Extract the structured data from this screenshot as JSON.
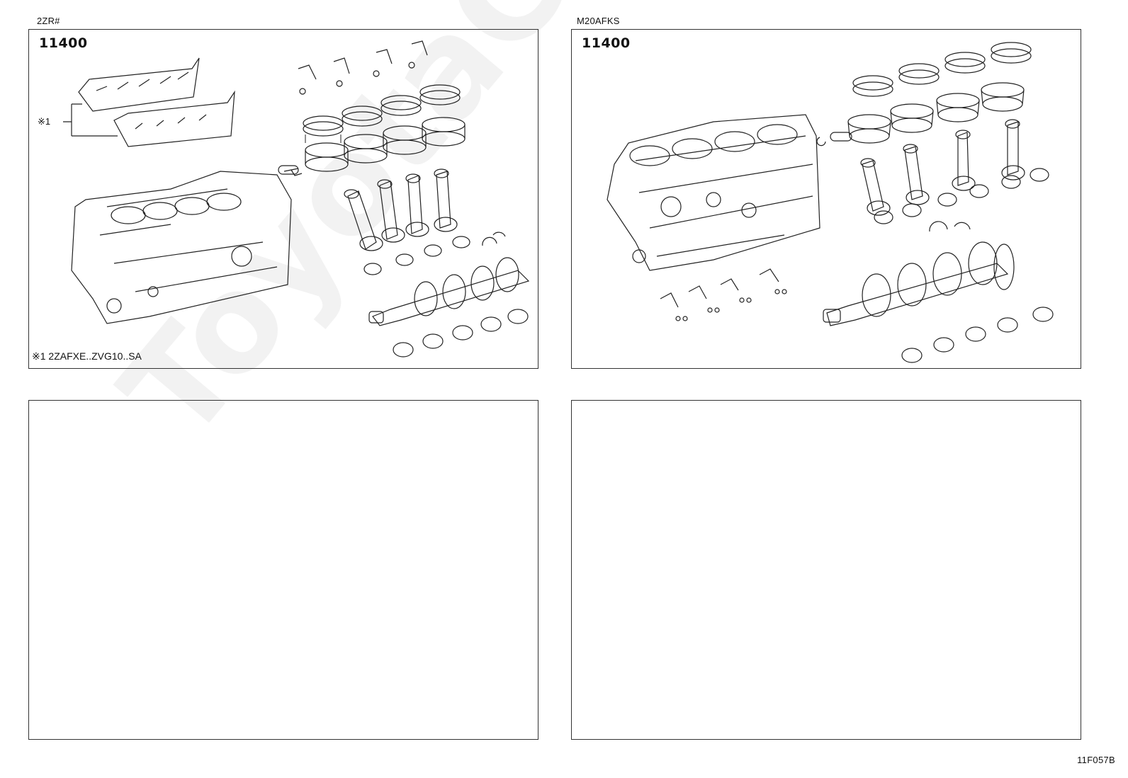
{
  "panels": [
    {
      "engine": "2ZR#",
      "code": "11400",
      "footnote": "※1 2ZAFXE..ZVG10..SA",
      "callout": "※1"
    },
    {
      "engine": "M20AFKS",
      "code": "11400"
    },
    {
      "engine": "",
      "code": ""
    },
    {
      "engine": "",
      "code": ""
    }
  ],
  "watermark": "ToyotaCarMine.ru",
  "page_code": "11F057B"
}
